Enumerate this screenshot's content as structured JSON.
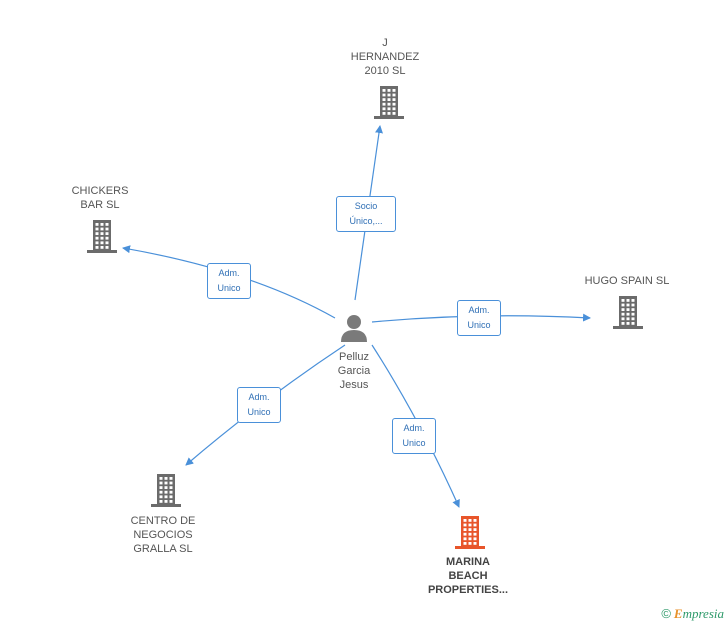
{
  "center": {
    "name_lines": [
      "Pelluz",
      "Garcia",
      "Jesus"
    ]
  },
  "companies": [
    {
      "id": "j-hernandez",
      "lines": [
        "J",
        "HERNANDEZ",
        "2010 SL"
      ],
      "highlight": false
    },
    {
      "id": "chickers",
      "lines": [
        "CHICKERS",
        "BAR SL"
      ],
      "highlight": false
    },
    {
      "id": "hugo-spain",
      "lines": [
        "HUGO SPAIN SL"
      ],
      "highlight": false
    },
    {
      "id": "centro",
      "lines": [
        "CENTRO DE",
        "NEGOCIOS",
        "GRALLA SL"
      ],
      "highlight": false
    },
    {
      "id": "marina",
      "lines": [
        "MARINA",
        "BEACH",
        "PROPERTIES..."
      ],
      "highlight": true
    }
  ],
  "relations": [
    {
      "target": "j-hernandez",
      "lines": [
        "Socio",
        "Único,..."
      ]
    },
    {
      "target": "chickers",
      "lines": [
        "Adm.",
        "Unico"
      ]
    },
    {
      "target": "hugo-spain",
      "lines": [
        "Adm.",
        "Unico"
      ]
    },
    {
      "target": "centro",
      "lines": [
        "Adm.",
        "Unico"
      ]
    },
    {
      "target": "marina",
      "lines": [
        "Adm.",
        "Unico"
      ]
    }
  ],
  "colors": {
    "edge": "#4a90d9",
    "building": "#6b6b6b",
    "building_highlight": "#e8552a",
    "person": "#7a7a7a"
  },
  "brand": {
    "copyright": "©",
    "name_first": "E",
    "name_rest": "mpresia"
  }
}
